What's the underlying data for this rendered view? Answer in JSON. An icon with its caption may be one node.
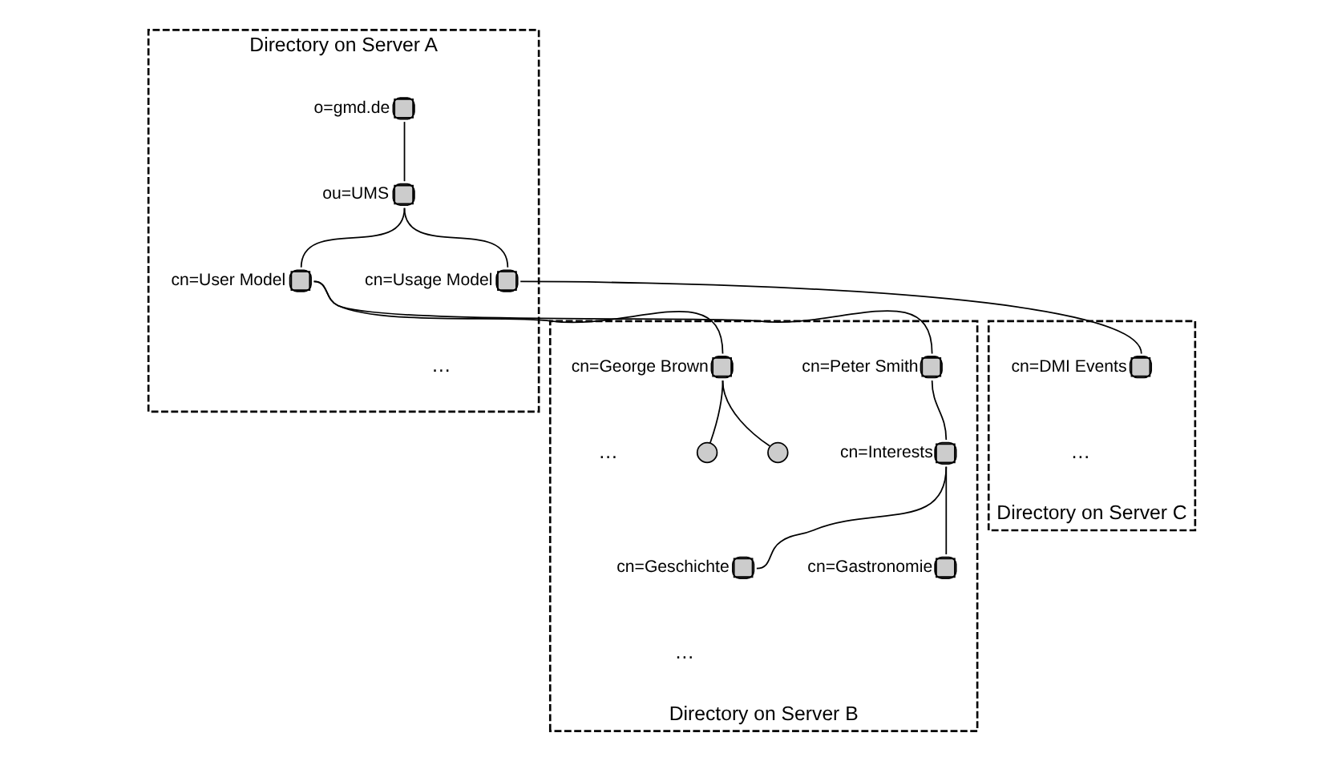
{
  "diagram": {
    "nodes": [
      {
        "text": [
          "Directory on Server A"
        ]
      },
      {
        "text": [
          "o=gmd.de"
        ],
        "in": 0
      },
      {
        "text": [
          "ou=UMS"
        ],
        "in": 0
      },
      {
        "text": [
          "cn=User Model"
        ],
        "in": 0
      },
      {
        "text": [
          "cn=Usage Model"
        ],
        "in": 0
      },
      {
        "text": [
          "Directory on Server B"
        ]
      },
      {
        "text": [
          "cn=Peter Smith"
        ],
        "in": 5
      },
      {
        "text": [
          "cn=George Brown"
        ],
        "in": 5
      },
      {
        "text": [
          "cn=Interests"
        ],
        "in": 5
      },
      {
        "text": [],
        "shape": "circle",
        "in": 5
      },
      {
        "text": [],
        "shape": "circle",
        "in": 5
      },
      {
        "text": [
          "cn=Geschichte"
        ],
        "in": 5
      },
      {
        "text": [
          "cn=Gastronomie"
        ],
        "in": 5
      },
      {
        "text": [
          "Directory on Server C"
        ]
      },
      {
        "text": [
          "cn=DMI Events"
        ],
        "in": 13
      }
    ],
    "edges": [
      {
        "from": 1,
        "to": 2,
        "arrow": "none"
      },
      {
        "from": 2,
        "to": 3,
        "arrow": "none"
      },
      {
        "from": 2,
        "to": 4,
        "arrow": "none"
      },
      {
        "from": 3,
        "to": 6,
        "arrow": "none"
      },
      {
        "from": 3,
        "to": 7,
        "arrow": "none"
      },
      {
        "from": 6,
        "to": 8,
        "arrow": "none"
      },
      {
        "from": 7,
        "to": 9,
        "arrow": "none"
      },
      {
        "from": 7,
        "to": 10,
        "arrow": "none"
      },
      {
        "from": 8,
        "to": 11,
        "arrow": "none"
      },
      {
        "from": 8,
        "to": 12,
        "arrow": "none"
      },
      {
        "from": 4,
        "to": 14,
        "arrow": "none"
      }
    ],
    "labels": [
      "…",
      "…",
      "…",
      "…"
    ]
  }
}
